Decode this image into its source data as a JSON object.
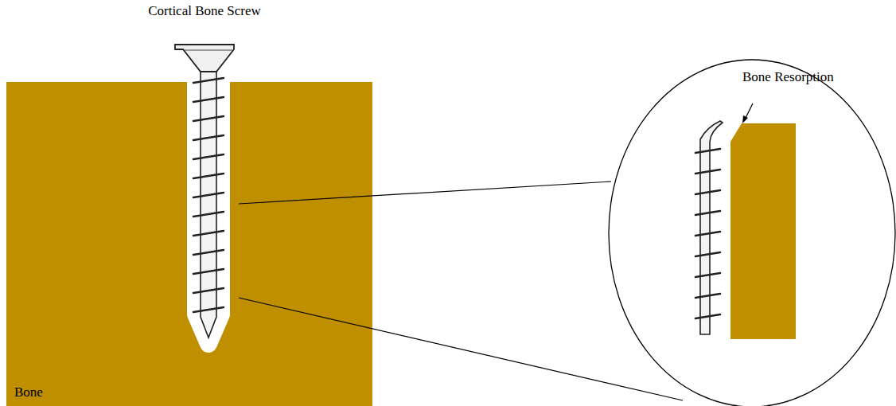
{
  "diagram": {
    "nodes": [
      {
        "text": [
          "Bone"
        ]
      },
      {
        "text": [
          "Bone Resorption"
        ]
      }
    ],
    "labels": [
      "Cortical Bone Screw"
    ]
  }
}
